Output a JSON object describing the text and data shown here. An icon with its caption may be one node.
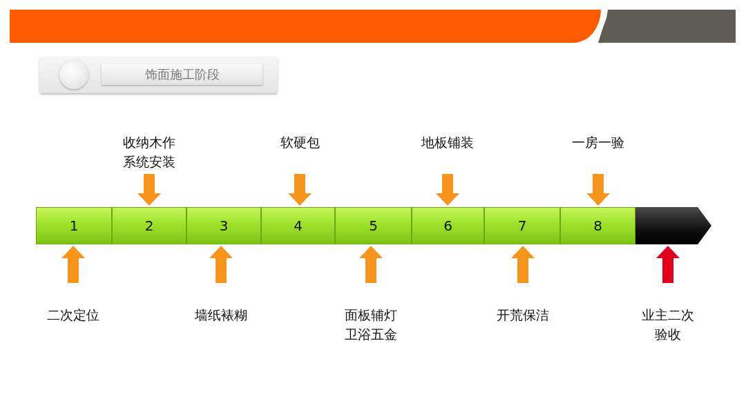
{
  "diagram": {
    "title": "饰面施工阶段",
    "nodes": [
      {
        "text": [
          "收纳木作系统安装"
        ]
      },
      {
        "text": [
          "软硬包"
        ]
      },
      {
        "text": [
          "地板铺装"
        ]
      },
      {
        "text": [
          "一房一验"
        ]
      },
      {
        "text": [
          "1"
        ]
      },
      {
        "text": [
          "2"
        ]
      },
      {
        "text": [
          "3"
        ]
      },
      {
        "text": [
          "4"
        ]
      },
      {
        "text": [
          "5"
        ]
      },
      {
        "text": [
          "6"
        ]
      },
      {
        "text": [
          "7"
        ]
      },
      {
        "text": [
          "8"
        ]
      },
      {
        "text": [],
        "shape": "arrow"
      },
      {
        "text": [
          "二次定位"
        ]
      },
      {
        "text": [
          "墙纸裱糊"
        ]
      },
      {
        "text": [
          "面板辅灯卫浴五金"
        ]
      },
      {
        "text": [
          "开荒保洁"
        ]
      },
      {
        "text": [
          "业主二次验收"
        ]
      }
    ],
    "edges": [
      {
        "from": 0,
        "to": 5,
        "arrow": "to"
      },
      {
        "from": 1,
        "to": 7,
        "arrow": "to"
      },
      {
        "from": 2,
        "to": 9,
        "arrow": "to"
      },
      {
        "from": 3,
        "to": 11,
        "arrow": "to"
      },
      {
        "from": 13,
        "to": 4,
        "arrow": "to"
      },
      {
        "from": 14,
        "to": 6,
        "arrow": "to"
      },
      {
        "from": 15,
        "to": 8,
        "arrow": "to"
      },
      {
        "from": 16,
        "to": 10,
        "arrow": "to"
      },
      {
        "from": 17,
        "to": 12,
        "arrow": "to",
        "color": "#e0001b"
      }
    ]
  }
}
